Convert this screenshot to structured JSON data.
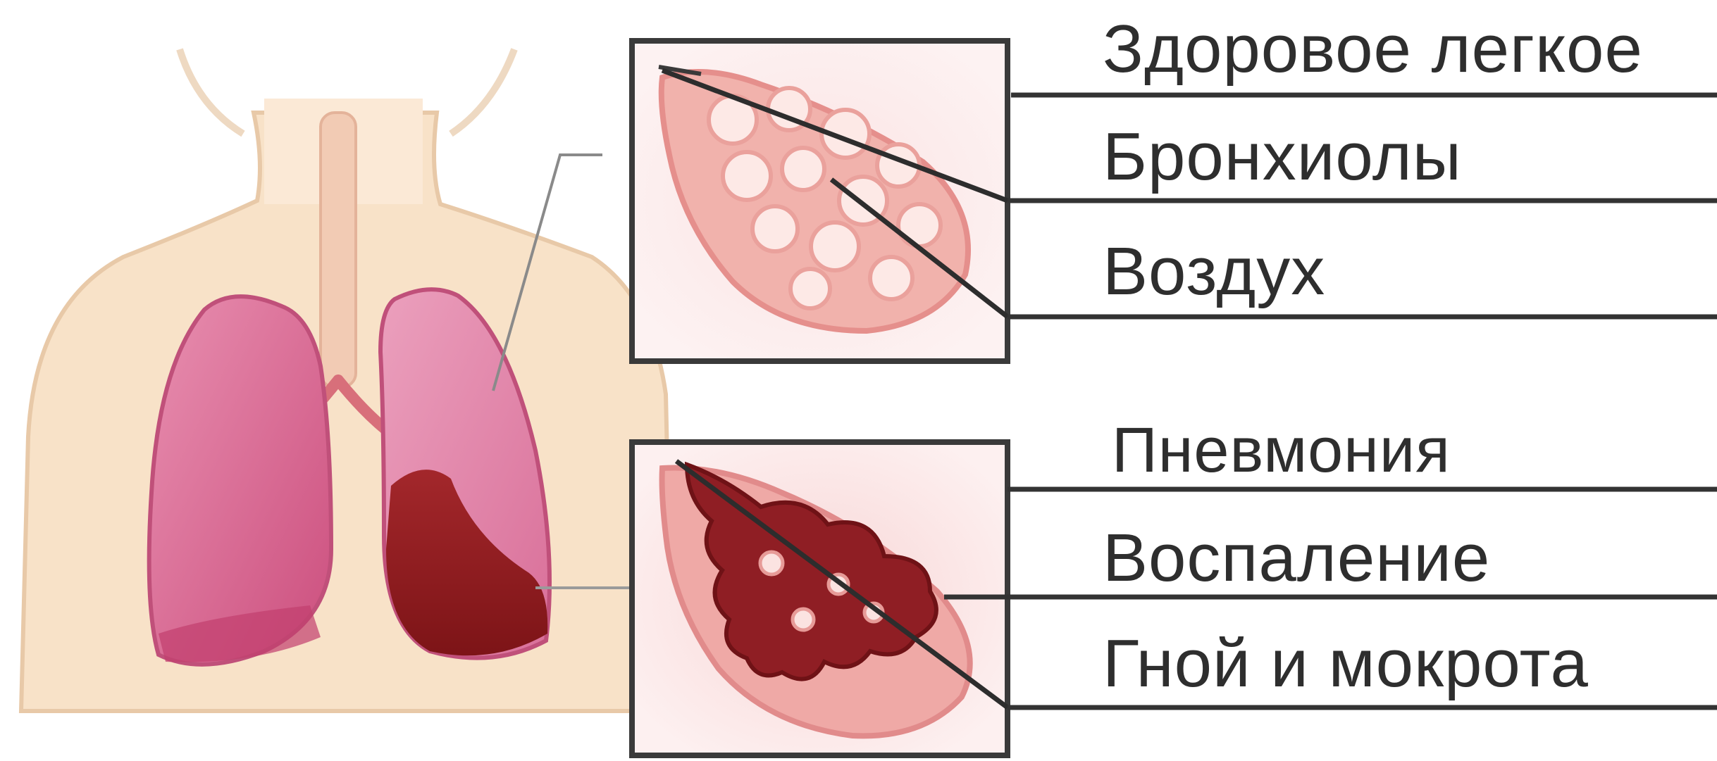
{
  "diagram": {
    "healthy_group": {
      "labels": [
        "Здоровое легкое",
        "Бронхиолы",
        "Воздух"
      ]
    },
    "pneumonia_group": {
      "labels": [
        "Пневмония",
        "Воспаление",
        "Гной и мокрота"
      ]
    }
  },
  "colors": {
    "skin": "#f7ddc0",
    "lung_healthy": "#dc6d96",
    "lung_infected": "#9c1f22",
    "alveoli_healthy": "#f3b7b4",
    "alveoli_infected": "#8f1e24",
    "line": "#333333"
  }
}
